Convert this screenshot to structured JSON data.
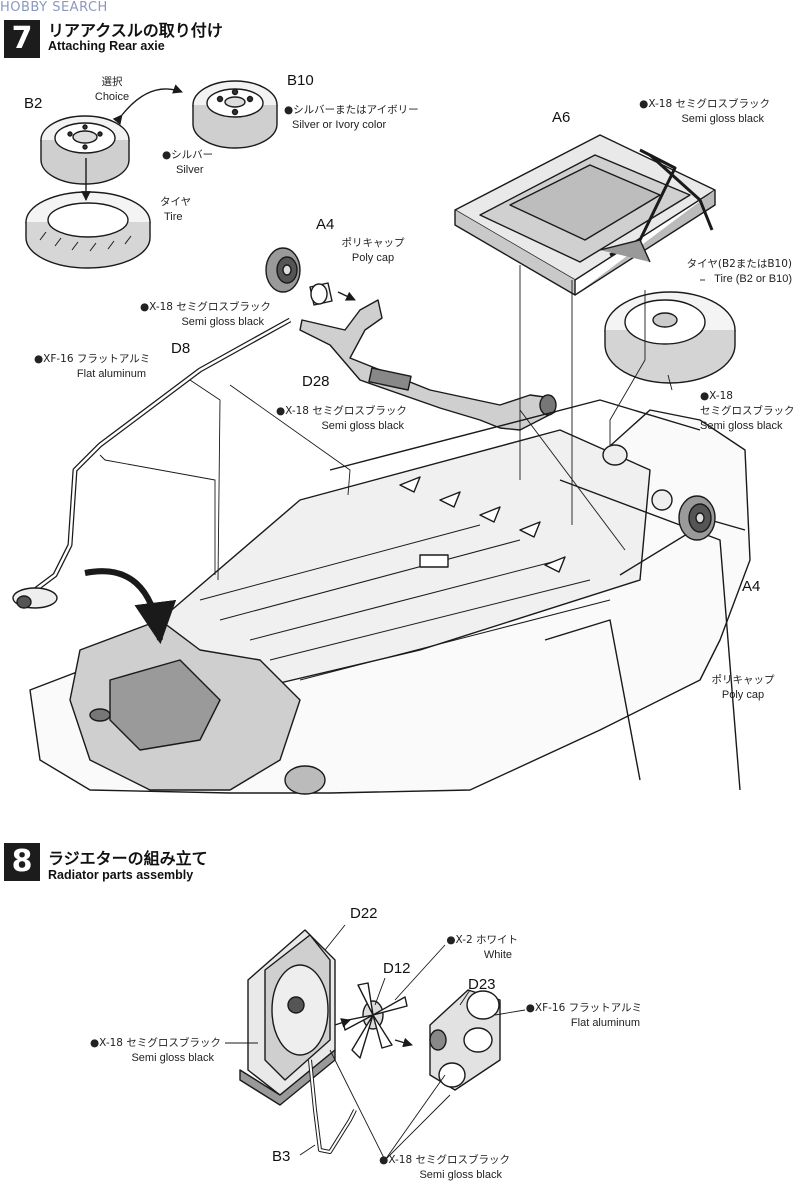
{
  "watermark": "HOBBY SEARCH",
  "step7": {
    "number": "7",
    "title_jp": "リアアクスルの取り付け",
    "title_en": "Attaching Rear axie",
    "parts": {
      "b2": "B2",
      "b10": "B10",
      "a6": "A6",
      "a4_top": "A4",
      "d8": "D8",
      "d28": "D28",
      "a4_right": "A4"
    },
    "labels": {
      "choice_jp": "選択",
      "choice_en": "Choice",
      "b10_color_jp": "●シルバーまたはアイボリー",
      "b10_color_en": "Silver or Ivory color",
      "silver_jp": "●シルバー",
      "silver_en": "Silver",
      "tire_jp": "タイヤ",
      "tire_en": "Tire",
      "a6_paint_jp": "●X-18 セミグロスブラック",
      "a6_paint_en": "Semi gloss black",
      "polycap_jp": "ポリキャップ",
      "polycap_en": "Poly cap",
      "a4_paint_jp": "●X-18 セミグロスブラック",
      "a4_paint_en": "Semi gloss black",
      "d8_paint_jp": "●XF-16 フラットアルミ",
      "d8_paint_en": "Flat aluminum",
      "d28_paint_jp": "●X-18 セミグロスブラック",
      "d28_paint_en": "Semi gloss black",
      "tire_b2b10_jp": "タイヤ(B2またはB10)",
      "tire_b2b10_en": "Tire (B2 or B10)",
      "x18_right_jp1": "●X-18",
      "x18_right_jp2": "セミグロスブラック",
      "x18_right_en": "Semi gloss black",
      "polycap2_jp": "ポリキャップ",
      "polycap2_en": "Poly cap"
    }
  },
  "step8": {
    "number": "8",
    "title_jp": "ラジエターの組み立て",
    "title_en": "Radiator parts assembly",
    "parts": {
      "d22": "D22",
      "d12": "D12",
      "d23": "D23",
      "b3": "B3"
    },
    "labels": {
      "x2_jp": "●X-2 ホワイト",
      "x2_en": "White",
      "xf16_jp": "●XF-16 フラットアルミ",
      "xf16_en": "Flat aluminum",
      "x18_left_jp": "●X-18 セミグロスブラック",
      "x18_left_en": "Semi gloss black",
      "x18_bottom_jp": "●X-18 セミグロスブラック",
      "x18_bottom_en": "Semi gloss black"
    }
  },
  "colors": {
    "ink": "#1a1a1a",
    "shade": "#bdbdbd",
    "light": "#e6e6e6"
  }
}
